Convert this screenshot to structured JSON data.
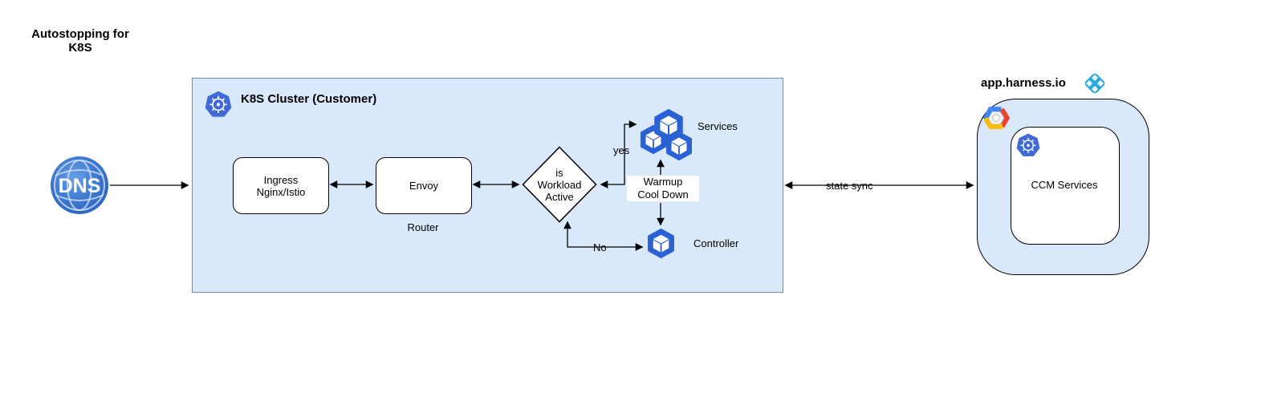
{
  "page": {
    "title": "Autostopping for\nK8S"
  },
  "dns": {
    "label": "DNS"
  },
  "cluster": {
    "title": "K8S Cluster (Customer)",
    "ingress": {
      "label": "Ingress\nNginx/Istio"
    },
    "envoy": {
      "label": "Envoy",
      "caption": "Router"
    },
    "decision": {
      "label": "is\nWorkload\nActive"
    },
    "services": {
      "label": "Services"
    },
    "controller": {
      "label": "Controller"
    },
    "edges": {
      "yes": "yes",
      "no": "No",
      "warmup": "Warmup\nCool Down"
    }
  },
  "sync": {
    "label": "state sync"
  },
  "harness": {
    "domain": "app.harness.io",
    "ccm": {
      "label": "CCM Services"
    }
  },
  "icons": {
    "dns_globe": "globe-sphere",
    "kubernetes": "kubernetes-wheel-heptagon",
    "workload_cube": "hexagon-3d-cube",
    "harness_logo": "harness-blue-diamond",
    "gcp_logo": "google-cloud-hexagon"
  },
  "colors": {
    "cluster_fill": "#dae8fc",
    "cluster_border": "#6c8ebf",
    "node_border": "#000000",
    "k8s_blue": "#426ad5",
    "cube_blue": "#2a62d4",
    "harness_blue": "#29aae1",
    "dns_blue": "#3b79cf",
    "gcp_blue": "#4285f4",
    "gcp_red": "#ea4335",
    "gcp_yellow": "#fbbc05",
    "arrow": "#000000"
  }
}
